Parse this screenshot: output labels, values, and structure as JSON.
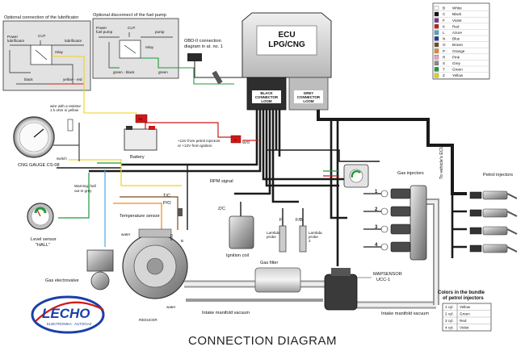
{
  "title": "CONNECTION DIAGRAM",
  "ecu": {
    "line1": "ECU",
    "line2": "LPG/CNG"
  },
  "connectors": {
    "black": [
      "BLACK",
      "CONNECTOR",
      "LOOM"
    ],
    "grey": [
      "GREY",
      "CONNECTOR",
      "LOOM"
    ]
  },
  "lubrificator_box": {
    "heading": "Optional connection of the lubrificator",
    "power_label": [
      "Power",
      "lubrificator"
    ],
    "lubrificator": "lubrificator",
    "cut": "CUT",
    "relay": "relay",
    "black": "black",
    "yellow_red": "yellow - red"
  },
  "fuel_pump_box": {
    "heading": "Optional disconnect of the fuel pump",
    "power_label": [
      "Power",
      "fuel pump"
    ],
    "pump": "pump",
    "cut": "CUT",
    "relay": "relay",
    "green_black": "green - black",
    "green": "green"
  },
  "obd": [
    "OBD-II connection",
    "diagram in at. no. 1"
  ],
  "gauge": {
    "name": "CNG GAUGE CS-08",
    "wire_note": [
      "wire with a resistor",
      "1 k ohm in yellow"
    ]
  },
  "switch_wire": "switch",
  "battery": {
    "name": "Battery",
    "fuse": "15"
  },
  "fuse_small": "1",
  "power_note": [
    "+12V from petrol injectors",
    "or +12V from ignition"
  ],
  "wo": "W/O",
  "level_sensor": {
    "name": [
      "Level sensor",
      "\"HALL\""
    ],
    "wire_note": [
      "Warning: hall",
      "out in grey"
    ]
  },
  "gas_electrovalve": "Gas electrovalve",
  "rpm": {
    "label": "RPM signal",
    "tc": "T/C",
    "po": "P/O"
  },
  "temp_sensor": "Temperature sensor",
  "ignition_coil": {
    "name": "Ignition coil",
    "zc": "Z/C"
  },
  "lambda": {
    "f": "F",
    "fb": "F/B",
    "probe1": [
      "Lambda",
      "probe"
    ],
    "probe2": [
      "Lambda",
      "probe",
      "2"
    ]
  },
  "gas_filter": "Gas filter",
  "mapsensor": [
    "MAPSENSOR",
    "UCC-1"
  ],
  "reducer": {
    "name": "REDUCER",
    "water1": "water",
    "water2": "water",
    "po_label": "P/O",
    "b_label": "B"
  },
  "vacuum1": "Intake manifold vacuum",
  "vacuum2": "Intake manifold vacuum",
  "gas_injectors": {
    "label": "Gas injectors",
    "nums": [
      "1",
      "2",
      "3",
      "4"
    ]
  },
  "vehicle_ecu": "To vehicle's ECU",
  "petrol_injectors": "Petrol injectors",
  "color_code": [
    {
      "code": "B",
      "name": "White",
      "hex": "#ffffff"
    },
    {
      "code": "C",
      "name": "Black",
      "hex": "#111111"
    },
    {
      "code": "F",
      "name": "Violet",
      "hex": "#7b2d9c"
    },
    {
      "code": "K",
      "name": "Red",
      "hex": "#d01818"
    },
    {
      "code": "L",
      "name": "Azure",
      "hex": "#4aa9e0"
    },
    {
      "code": "N",
      "name": "Blue",
      "hex": "#1b3fa8"
    },
    {
      "code": "O",
      "name": "Brown",
      "hex": "#7a4a1d"
    },
    {
      "code": "P",
      "name": "Orange",
      "hex": "#f08a1a"
    },
    {
      "code": "R",
      "name": "Pink",
      "hex": "#f2a0c0"
    },
    {
      "code": "S",
      "name": "Grey",
      "hex": "#8c8c8c"
    },
    {
      "code": "T",
      "name": "Green",
      "hex": "#1f9a3a"
    },
    {
      "code": "Z",
      "name": "Yellow",
      "hex": "#f2d21a"
    }
  ],
  "bundle": {
    "title": [
      "Colors in the bundle",
      "of petrol injectors"
    ],
    "rows": [
      {
        "cyl": "1 cyl.",
        "color": "Yellow"
      },
      {
        "cyl": "2 cyl.",
        "color": "Green"
      },
      {
        "cyl": "3 cyl.",
        "color": "Red"
      },
      {
        "cyl": "4 cyl.",
        "color": "Violet"
      }
    ]
  },
  "logo": {
    "word": "LECHO",
    "sub": "ELEKTRONIKA · AUTOGAZ"
  },
  "colors": {
    "grey_body": "#d8d8d8",
    "dark": "#1a1a1a",
    "wire_red": "#d01818",
    "wire_green": "#1f9a3a",
    "logo_blue": "#1b3fa8",
    "logo_red": "#d01818"
  }
}
